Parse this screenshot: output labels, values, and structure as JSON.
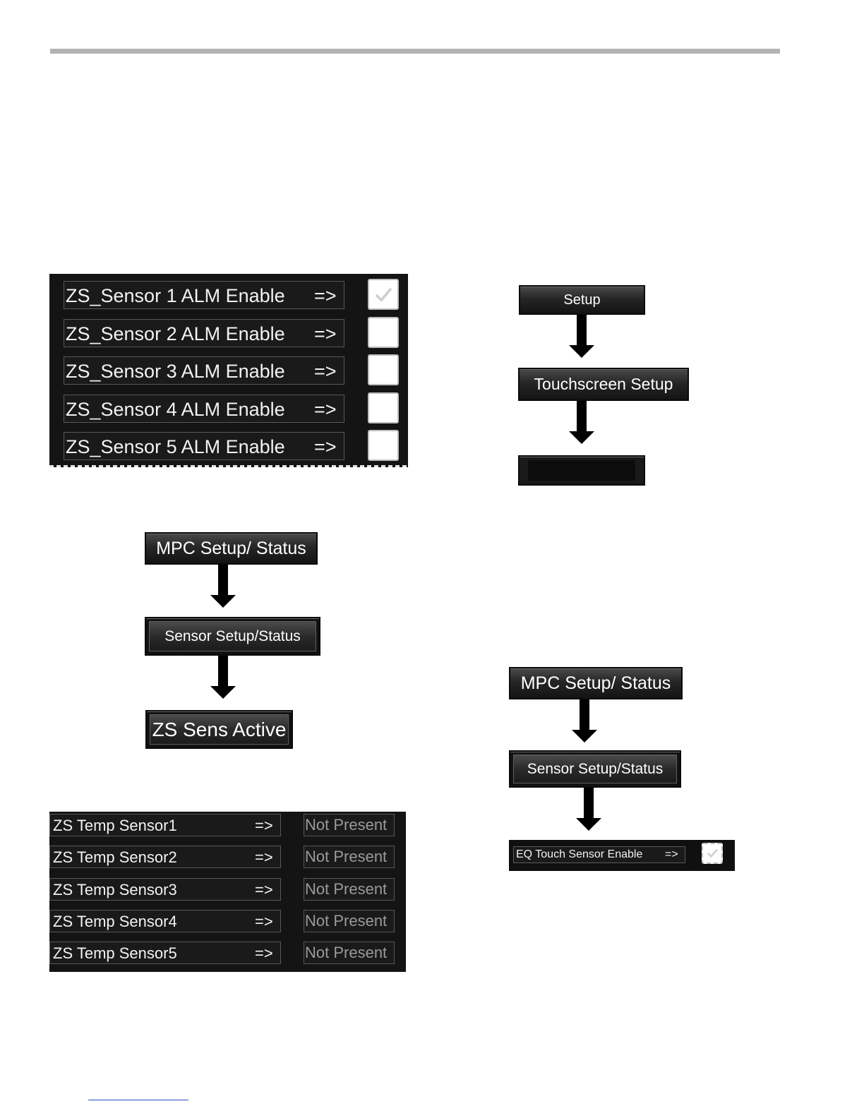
{
  "alm_panel": {
    "rows": [
      {
        "label": "ZS_Sensor 1 ALM Enable",
        "arrow": "=>",
        "checked": true
      },
      {
        "label": "ZS_Sensor 2 ALM Enable",
        "arrow": "=>",
        "checked": false
      },
      {
        "label": "ZS_Sensor 3 ALM Enable",
        "arrow": "=>",
        "checked": false
      },
      {
        "label": "ZS_Sensor 4 ALM Enable",
        "arrow": "=>",
        "checked": false
      },
      {
        "label": "ZS_Sensor 5 ALM Enable",
        "arrow": "=>",
        "checked": false
      }
    ]
  },
  "nav_touchscreen": {
    "setup_label": "Setup",
    "touchscreen_setup_label": "Touchscreen Setup"
  },
  "nav_sens_active": {
    "mpc_label": "MPC Setup/ Status",
    "sensor_label": "Sensor Setup/Status",
    "zs_label": "ZS Sens Active"
  },
  "temp_panel": {
    "rows": [
      {
        "label": "ZS Temp Sensor1",
        "arrow": "=>",
        "status": "Not Present"
      },
      {
        "label": "ZS Temp Sensor2",
        "arrow": "=>",
        "status": "Not Present"
      },
      {
        "label": "ZS Temp Sensor3",
        "arrow": "=>",
        "status": "Not Present"
      },
      {
        "label": "ZS Temp Sensor4",
        "arrow": "=>",
        "status": "Not Present"
      },
      {
        "label": "ZS Temp Sensor5",
        "arrow": "=>",
        "status": "Not Present"
      }
    ]
  },
  "nav_eq_touch": {
    "mpc_label": "MPC Setup/ Status",
    "sensor_label": "Sensor Setup/Status"
  },
  "eq_panel": {
    "label": "EQ Touch Sensor Enable",
    "arrow": "=>",
    "checked": true
  }
}
